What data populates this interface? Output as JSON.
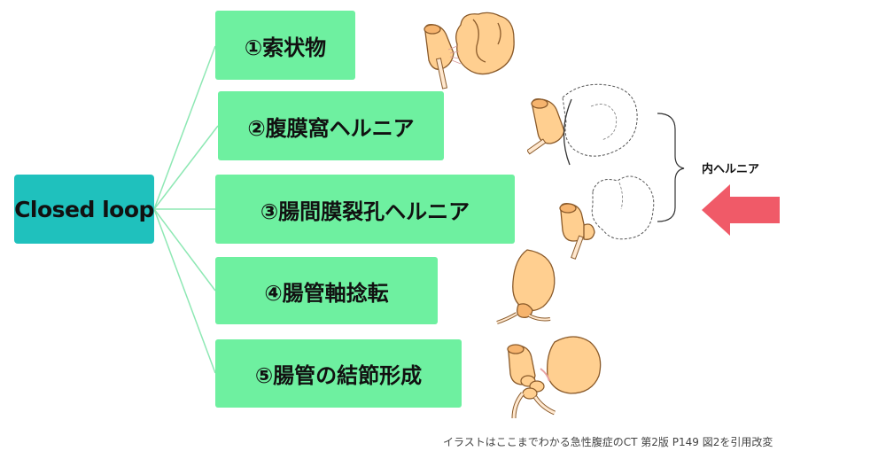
{
  "root": {
    "label": "Closed loop"
  },
  "categories": [
    {
      "label": "①索状物"
    },
    {
      "label": "②腹膜窩ヘルニア"
    },
    {
      "label": "③腸間膜裂孔ヘルニア"
    },
    {
      "label": "④腸管軸捻転"
    },
    {
      "label": "⑤腸管の結節形成"
    }
  ],
  "bracket": {
    "label": "内ヘルニア"
  },
  "footnote": "イラストはここまでわかる急性腹症のCT 第2版 P149 図2を引用改変",
  "colors": {
    "root_fill": "#1fc1bd",
    "category_fill": "#6ef0a0",
    "connector": "#8ee8b4",
    "arrow": "#f05a68",
    "bowel_fill": "#ffcf90",
    "bowel_stroke": "#8a5a2a"
  }
}
